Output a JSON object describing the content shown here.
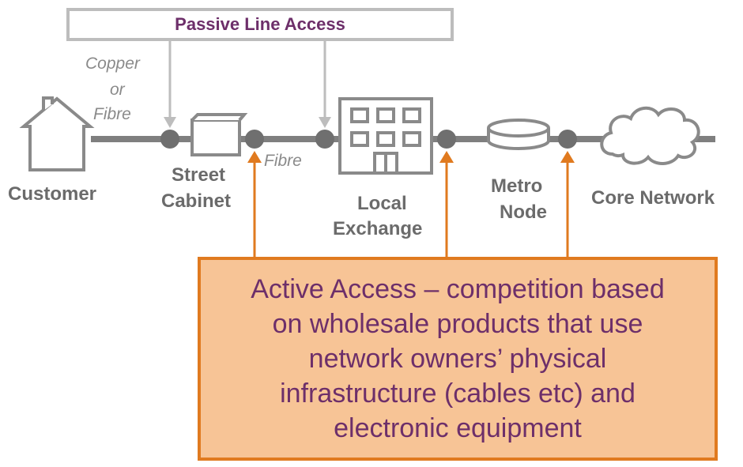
{
  "passive_box": {
    "title": "Passive Line Access"
  },
  "labels": {
    "copper_or_fibre": [
      "Copper",
      "or",
      "Fibre"
    ],
    "fibre": "Fibre",
    "customer": "Customer",
    "street_cabinet": [
      "Street",
      "Cabinet"
    ],
    "local_exchange": [
      "Local",
      "Exchange"
    ],
    "metro_node": [
      "Metro",
      "Node"
    ],
    "core_network": "Core Network"
  },
  "active_box": {
    "lines": [
      "Active Access – competition based",
      "on wholesale products that use",
      "network owners’ physical",
      "infrastructure (cables etc) and",
      "electronic equipment"
    ]
  },
  "colors": {
    "line_grey": "#7f7f7f",
    "node_grey": "#6f6f6f",
    "orange": "#e07a1f",
    "orange_fill": "#f7c496",
    "purple_text": "#6d2f6a"
  }
}
